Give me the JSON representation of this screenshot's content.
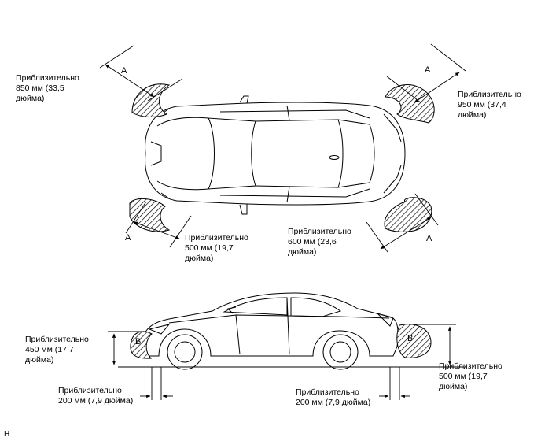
{
  "labels": {
    "front_left": {
      "line1": "Приблизительно",
      "line2": "850 мм (33,5",
      "line3": "дюйма)"
    },
    "front_right": {
      "line1": "Приблизительно",
      "line2": "950 мм (37,4",
      "line3": "дюйма)"
    },
    "rear_left": {
      "line1": "Приблизительно",
      "line2": "500 мм (19,7",
      "line3": "дюйма)"
    },
    "rear_right": {
      "line1": "Приблизительно",
      "line2": "600 мм (23,6",
      "line3": "дюйма)"
    },
    "side_front_height": {
      "line1": "Приблизительно",
      "line2": "450 мм (17,7",
      "line3": "дюйма)"
    },
    "side_rear_height": {
      "line1": "Приблизительно",
      "line2": "500 мм (19,7",
      "line3": "дюйма)"
    },
    "side_front_offset": {
      "line1": "Приблизительно",
      "line2": "200 мм (7,9 дюйма)"
    },
    "side_rear_offset": {
      "line1": "Приблизительно",
      "line2": "200 мм (7,9 дюйма)"
    }
  },
  "zone_letters": {
    "a": "A",
    "b": "B"
  },
  "corner_mark": "H"
}
